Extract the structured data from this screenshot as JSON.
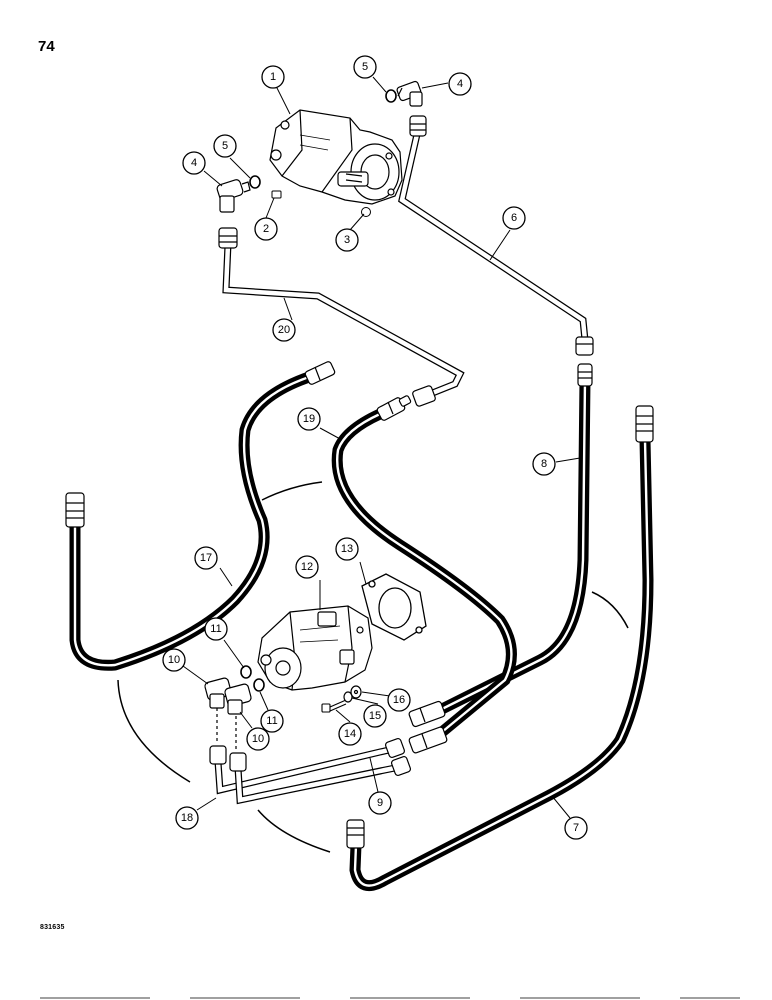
{
  "page": {
    "number": "74",
    "figure_code": "831635"
  },
  "callouts": [
    {
      "id": "c1",
      "label": "1"
    },
    {
      "id": "c2",
      "label": "2"
    },
    {
      "id": "c3",
      "label": "3"
    },
    {
      "id": "c4a",
      "label": "4"
    },
    {
      "id": "c4b",
      "label": "4"
    },
    {
      "id": "c5a",
      "label": "5"
    },
    {
      "id": "c5b",
      "label": "5"
    },
    {
      "id": "c6",
      "label": "6"
    },
    {
      "id": "c7",
      "label": "7"
    },
    {
      "id": "c8",
      "label": "8"
    },
    {
      "id": "c9",
      "label": "9"
    },
    {
      "id": "c10a",
      "label": "10"
    },
    {
      "id": "c10b",
      "label": "10"
    },
    {
      "id": "c11a",
      "label": "11"
    },
    {
      "id": "c11b",
      "label": "11"
    },
    {
      "id": "c12",
      "label": "12"
    },
    {
      "id": "c13",
      "label": "13"
    },
    {
      "id": "c14",
      "label": "14"
    },
    {
      "id": "c15",
      "label": "15"
    },
    {
      "id": "c16",
      "label": "16"
    },
    {
      "id": "c17",
      "label": "17"
    },
    {
      "id": "c18",
      "label": "18"
    },
    {
      "id": "c19",
      "label": "19"
    },
    {
      "id": "c20",
      "label": "20"
    }
  ]
}
